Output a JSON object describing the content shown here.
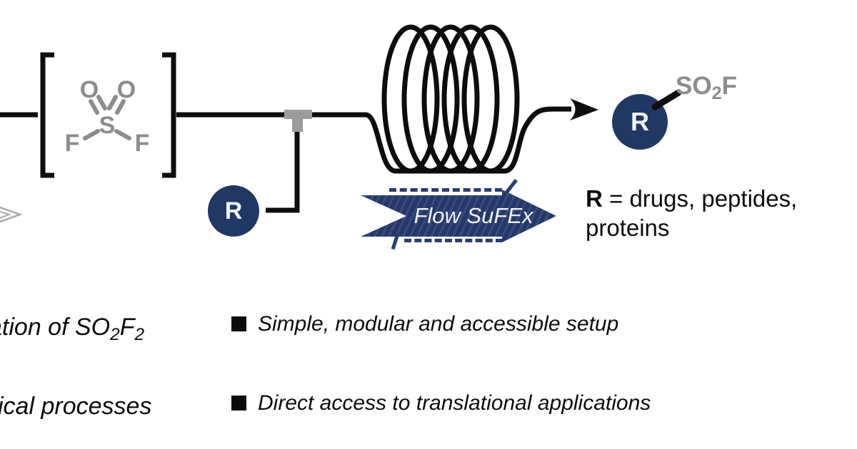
{
  "colors": {
    "navy": "#1f3864",
    "structure_gray": "#8c8c8c",
    "junction_gray": "#9b9b9b",
    "line_black": "#0d0d0d",
    "background": "#ffffff"
  },
  "molecule_so2f2": {
    "o_left": "O",
    "o_right": "O",
    "s": "S",
    "f_left": "F",
    "f_right": "F"
  },
  "reagent": {
    "circle_label": "R"
  },
  "flow_arrow": {
    "label": "Flow SuFEx"
  },
  "product": {
    "circle_label": "R",
    "group_prefix": "SO",
    "group_sub": "2",
    "group_suffix": "F"
  },
  "product_note": {
    "bold": "R",
    "line1_rest": "= drugs, peptides,",
    "line2": "proteins"
  },
  "left_notes": {
    "note1_prefix": "ation of SO",
    "note1_sub1": "2",
    "note1_mid": "F",
    "note1_sub2": "2",
    "note2": "ical processes"
  },
  "bullets": [
    {
      "label": "Simple, modular and accessible setup"
    },
    {
      "label": "Direct access to translational applications"
    }
  ]
}
